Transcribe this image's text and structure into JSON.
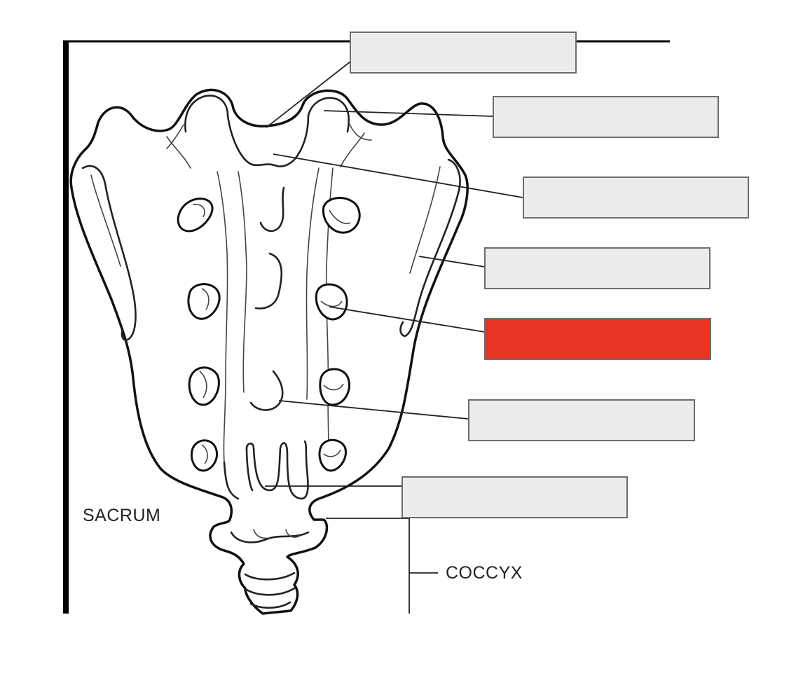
{
  "labels": {
    "sacrum": "SACRUM",
    "coccyx": "COCCYX"
  },
  "colors": {
    "box_fill": "#ececec",
    "box_border": "#6d6d6d",
    "highlight_fill": "#e83523",
    "line": "#222222"
  },
  "answer_boxes": [
    {
      "id": "box-1",
      "highlighted": false
    },
    {
      "id": "box-2",
      "highlighted": false
    },
    {
      "id": "box-3",
      "highlighted": false
    },
    {
      "id": "box-4",
      "highlighted": false
    },
    {
      "id": "box-5",
      "highlighted": true
    },
    {
      "id": "box-6",
      "highlighted": false
    },
    {
      "id": "box-7",
      "highlighted": false
    }
  ]
}
